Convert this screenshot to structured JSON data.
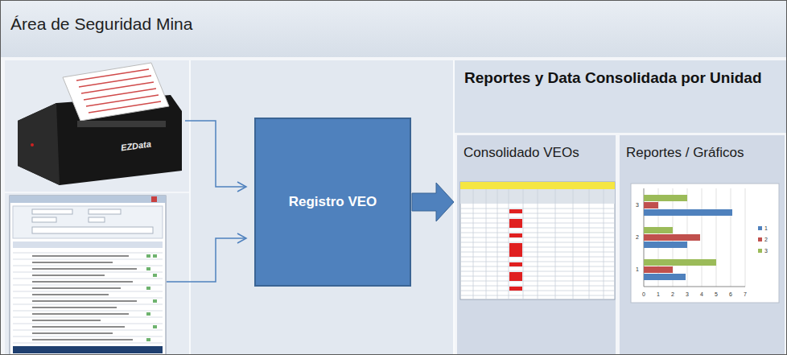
{
  "diagram": {
    "title": "Área de Seguridad Mina",
    "nodes": [
      {
        "text": [
          "Área de Seguridad Mina"
        ]
      },
      {
        "text": [
          "Registro VEO"
        ],
        "in": 0
      },
      {
        "text": [
          "Reportes y Data Consolidada por Unidad"
        ],
        "in": 0
      },
      {
        "text": [
          "Consolidado VEOs"
        ],
        "in": 2
      },
      {
        "text": [
          "Reportes / Gráficos"
        ],
        "in": 2
      }
    ],
    "edges": [
      {
        "from": 1,
        "to": 2,
        "arrow": "to"
      }
    ],
    "labels": [
      "EZData",
      "0",
      "1",
      "2",
      "3",
      "4",
      "5",
      "6",
      "7",
      "3",
      "2",
      "1"
    ],
    "legend": [
      {
        "text": "1",
        "color": "#4f81bd"
      },
      {
        "text": "2",
        "color": "#c0504d"
      },
      {
        "text": "3",
        "color": "#9bbb59"
      }
    ]
  }
}
